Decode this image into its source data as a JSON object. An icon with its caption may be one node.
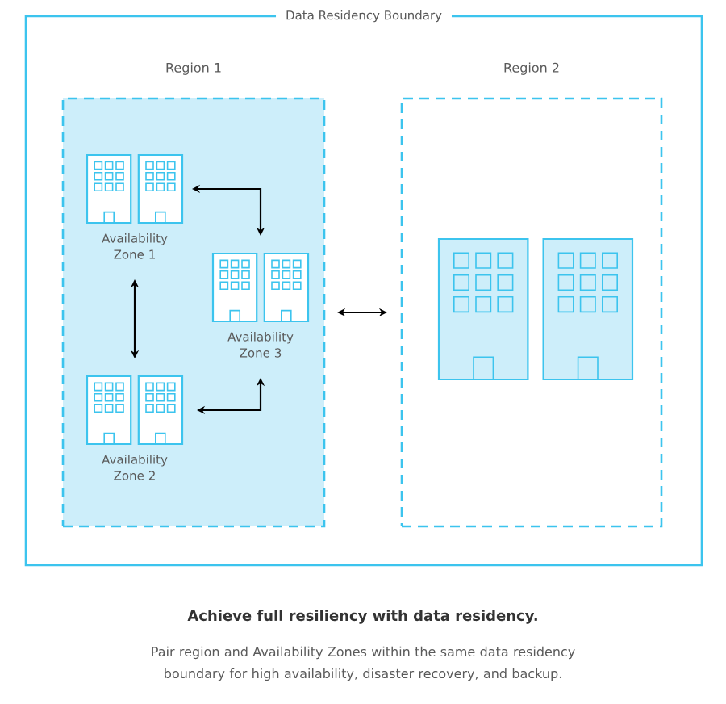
{
  "diagram": {
    "title": "Achieve full resiliency with data residency.",
    "caption": "Pair region and Availability Zones within the same data residency boundary for high availability, disaster recovery, and backup.",
    "nodes": [
      {
        "text": [
          "Data Residency Boundary"
        ]
      },
      {
        "text": [
          "Region 1"
        ],
        "in": 0
      },
      {
        "text": [
          "Region 2"
        ],
        "in": 0
      },
      {
        "text": [
          "Availability Zone 1"
        ],
        "in": 1
      },
      {
        "text": [
          "Availability Zone 3"
        ],
        "in": 1
      },
      {
        "text": [
          "Availability Zone 2"
        ],
        "in": 1
      },
      {
        "text": [],
        "shape": "building",
        "in": 2
      }
    ],
    "edges": [
      {
        "from": 3,
        "to": 4,
        "arrow": "both"
      },
      {
        "from": 3,
        "to": 5,
        "arrow": "both"
      },
      {
        "from": 5,
        "to": 4,
        "arrow": "both"
      },
      {
        "from": 1,
        "to": 2,
        "arrow": "both"
      }
    ]
  }
}
